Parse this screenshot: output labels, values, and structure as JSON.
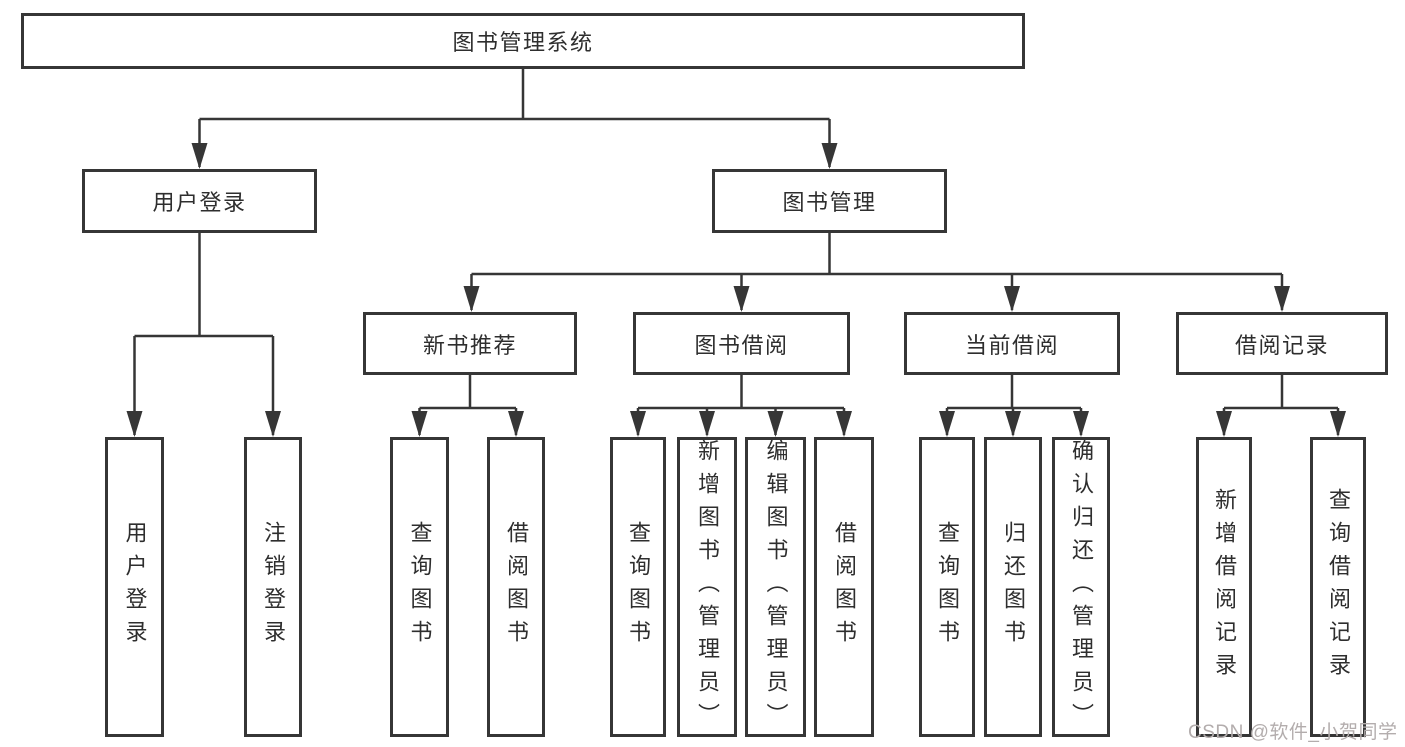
{
  "diagram": {
    "root": {
      "label": "图书管理系统"
    },
    "branches": [
      {
        "label": "用户登录",
        "children": [
          {
            "label": "用户登录"
          },
          {
            "label": "注销登录"
          }
        ]
      },
      {
        "label": "图书管理",
        "sections": [
          {
            "label": "新书推荐",
            "children": [
              {
                "label": "查询图书"
              },
              {
                "label": "借阅图书"
              }
            ]
          },
          {
            "label": "图书借阅",
            "children": [
              {
                "label": "查询图书"
              },
              {
                "label": "新增图书（管理员）"
              },
              {
                "label": "编辑图书（管理员）"
              },
              {
                "label": "借阅图书"
              }
            ]
          },
          {
            "label": "当前借阅",
            "children": [
              {
                "label": "查询图书"
              },
              {
                "label": "归还图书"
              },
              {
                "label": "确认归还（管理员）"
              }
            ]
          },
          {
            "label": "借阅记录",
            "children": [
              {
                "label": "新增借阅记录"
              },
              {
                "label": "查询借阅记录"
              }
            ]
          }
        ]
      }
    ],
    "watermark": "CSDN @软件_小贺同学",
    "colors": {
      "line": "#363636",
      "border": "#363636",
      "text": "#2e2e2e",
      "background": "#ffffff",
      "watermark": "#b3adad"
    }
  }
}
